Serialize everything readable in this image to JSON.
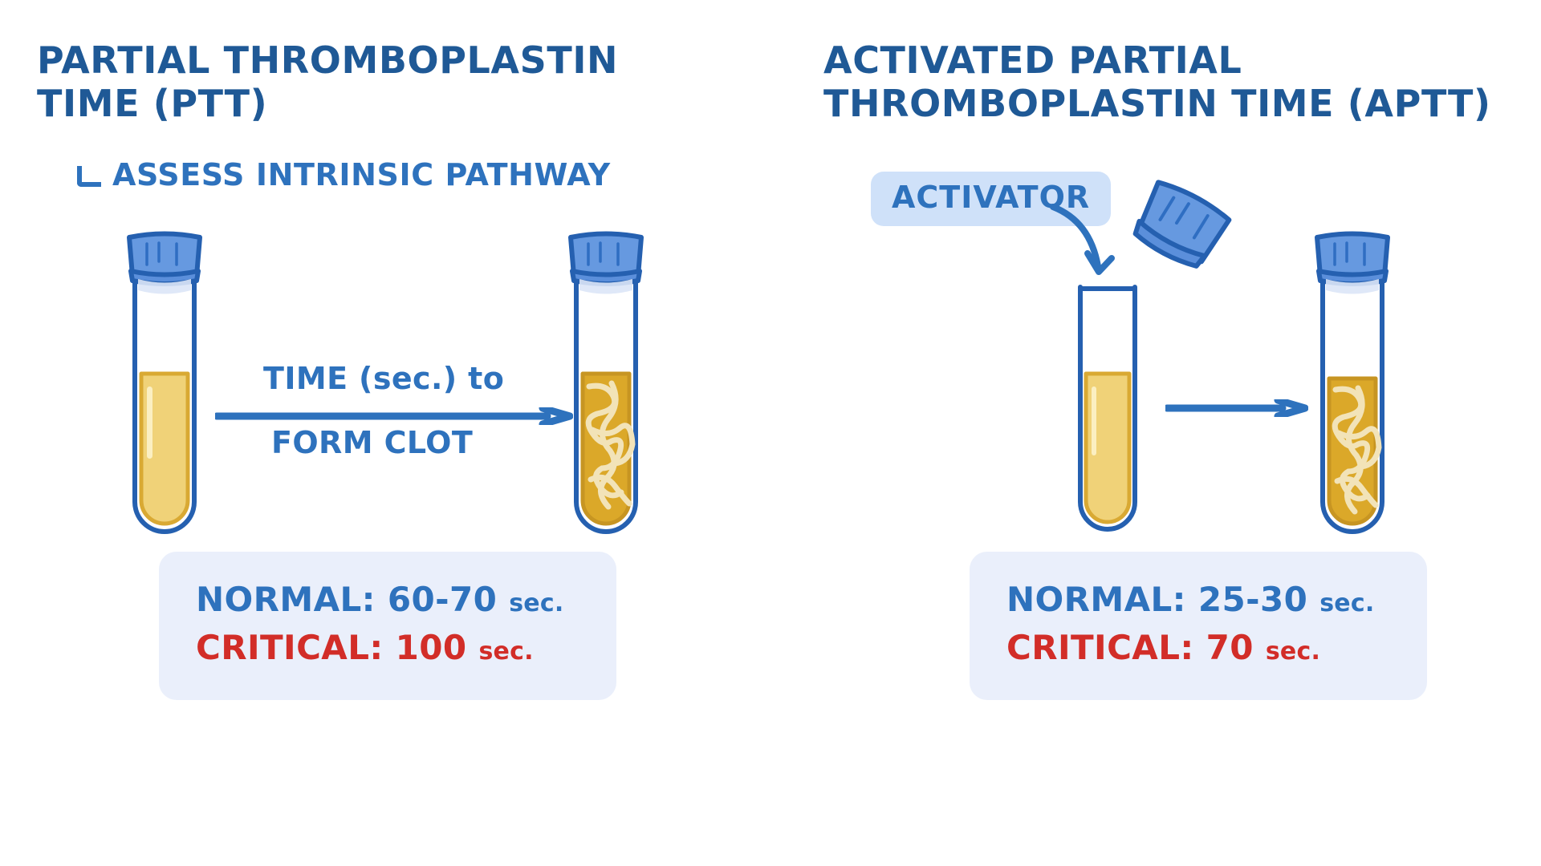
{
  "colors": {
    "heading_blue": "#1f5996",
    "accent_blue": "#2e72bd",
    "critical_red": "#d22d28",
    "badge_bg": "#cfe1f9",
    "info_bg": "#eaeffb",
    "cap_blue": "#4a7fd4",
    "plasma_yellow": "#f0d278",
    "clot_amber": "#dba829",
    "fibrin_cream": "#f2e3b8"
  },
  "panels": {
    "ptt": {
      "heading": "PARTIAL THROMBOPLASTIN\nTIME (PTT)",
      "subtitle": "ASSESS INTRINSIC PATHWAY",
      "arrow_label_top": "TIME (sec.) to",
      "arrow_label_bottom": "FORM CLOT",
      "tube_before_name": "capped tube with plasma",
      "tube_after_name": "capped tube with fibrin clot",
      "info": {
        "normal_label": "NORMAL:",
        "normal_value": "60-70",
        "normal_unit": "sec.",
        "critical_label": "CRITICAL:",
        "critical_value": "100",
        "critical_unit": "sec."
      }
    },
    "aptt": {
      "heading": "ACTIVATED PARTIAL\nTHROMBOPLASTIN TIME (aPTT)",
      "activator_badge": "ACTIVATOR",
      "tube_before_name": "open tube with plasma",
      "tube_after_name": "capped tube with fibrin clot",
      "info": {
        "normal_label": "NORMAL:",
        "normal_value": "25-30",
        "normal_unit": "sec.",
        "critical_label": "CRITICAL:",
        "critical_value": "70",
        "critical_unit": "sec."
      }
    }
  }
}
